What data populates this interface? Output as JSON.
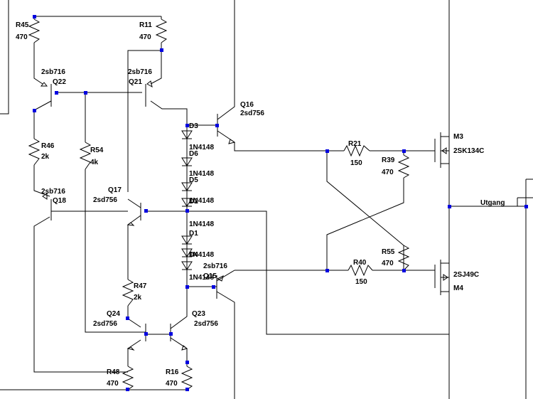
{
  "labels": {
    "r45": "R45",
    "r45_val": "470",
    "r11": "R11",
    "r11_val": "470",
    "q22_part": "2sb716",
    "q22": "Q22",
    "q21_part": "2sb716",
    "q21": "Q21",
    "q16": "Q16",
    "q16_part": "2sd756",
    "d3": "D3",
    "d3_part": "1N4148",
    "d6": "D6",
    "d6_part": "1N4148",
    "d5": "D5",
    "d5_part": "1N4148",
    "d2": "D2",
    "d1": "D1",
    "d1_part": "1N4148",
    "d4": "D4",
    "d4_part": "1N4148",
    "d7_part": "1N4148",
    "r46": "R46",
    "r46_val": "2k",
    "r54": "R54",
    "r54_val": "4k",
    "q18_part": "2sb716",
    "q18": "Q18",
    "q17": "Q17",
    "q17_part": "2sd756",
    "q15_part": "2sb716",
    "q15": "Q15",
    "r47": "R47",
    "r47_val": "2k",
    "q24": "Q24",
    "q24_part": "2sd756",
    "q23": "Q23",
    "q23_part": "2sd756",
    "r48": "R48",
    "r48_val": "470",
    "r16": "R16",
    "r16_val": "470",
    "r21": "R21",
    "r21_val": "150",
    "r39": "R39",
    "r39_val": "470",
    "r40": "R40",
    "r40_val": "150",
    "r55": "R55",
    "r55_val": "470",
    "m3": "M3",
    "m3_part": "2SK134C",
    "m4": "M4",
    "m4_part": "2SJ49C",
    "utgang": "Utgang"
  }
}
